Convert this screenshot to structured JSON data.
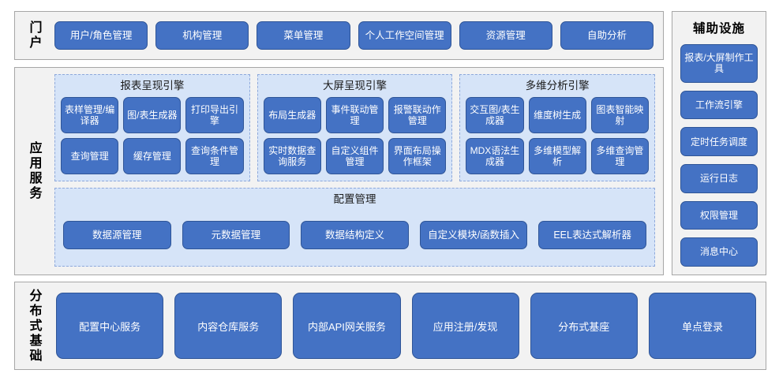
{
  "portal": {
    "label": "门户",
    "items": [
      {
        "label": "用户/角色管理"
      },
      {
        "label": "机构管理"
      },
      {
        "label": "菜单管理"
      },
      {
        "label": "个人工作空间管理"
      },
      {
        "label": "资源管理"
      },
      {
        "label": "自助分析"
      }
    ]
  },
  "app_services": {
    "label": "应用服务",
    "groups": [
      {
        "title": "报表呈现引擎",
        "tiles": [
          {
            "label": "表样管理/编译器"
          },
          {
            "label": "图/表生成器"
          },
          {
            "label": "打印导出引擎"
          },
          {
            "label": "查询管理"
          },
          {
            "label": "缓存管理"
          },
          {
            "label": "查询条件管理"
          }
        ]
      },
      {
        "title": "大屏呈现引擎",
        "tiles": [
          {
            "label": "布局生成器"
          },
          {
            "label": "事件联动管理"
          },
          {
            "label": "报警联动作管理"
          },
          {
            "label": "实时数据查询服务"
          },
          {
            "label": "自定义组件管理"
          },
          {
            "label": "界面布局操作框架"
          }
        ]
      },
      {
        "title": "多维分析引擎",
        "tiles": [
          {
            "label": "交互图/表生成器"
          },
          {
            "label": "维度树生成"
          },
          {
            "label": "图表智能映射"
          },
          {
            "label": "MDX语法生成器"
          },
          {
            "label": "多维模型解析"
          },
          {
            "label": "多维查询管理"
          }
        ]
      }
    ],
    "config": {
      "title": "配置管理",
      "items": [
        {
          "label": "数据源管理"
        },
        {
          "label": "元数据管理"
        },
        {
          "label": "数据结构定义"
        },
        {
          "label": "自定义模块/函数插入"
        },
        {
          "label": "EEL表达式解析器"
        }
      ]
    }
  },
  "aux": {
    "title": "辅助设施",
    "items": [
      {
        "label": "报表/大屏制作工具",
        "tall": true
      },
      {
        "label": "工作流引擎",
        "tall": false
      },
      {
        "label": "定时任务调度",
        "tall": false
      },
      {
        "label": "运行日志",
        "tall": false
      },
      {
        "label": "权限管理",
        "tall": false
      },
      {
        "label": "消息中心",
        "tall": false
      }
    ]
  },
  "distributed": {
    "label": "分布式基础",
    "items": [
      {
        "label": "配置中心服务"
      },
      {
        "label": "内容仓库服务"
      },
      {
        "label": "内部API网关服务"
      },
      {
        "label": "应用注册/发现"
      },
      {
        "label": "分布式基座"
      },
      {
        "label": "单点登录"
      }
    ]
  },
  "colors": {
    "tile_fill": "#4472c4",
    "tile_border": "#2f5597",
    "group_fill": "#d6e4f8",
    "group_border": "#8ea9db",
    "panel_fill": "#f2f2f2",
    "panel_border": "#a6a6a6",
    "tile_text": "#ffffff"
  }
}
